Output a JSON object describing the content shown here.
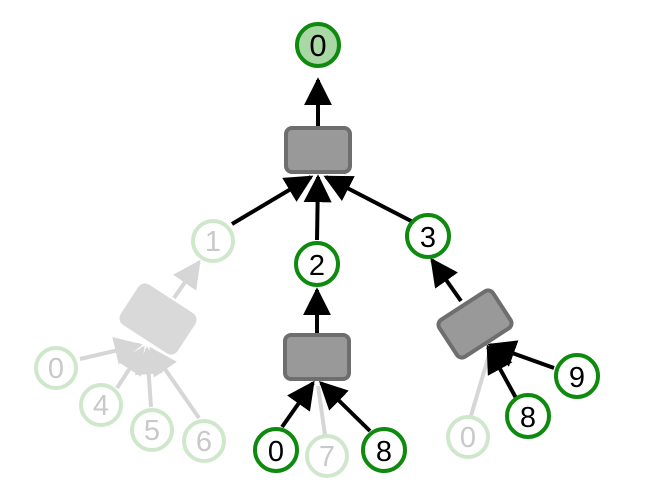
{
  "colors": {
    "green": "#0e8a0e",
    "root_fill": "#a9d8a5",
    "faded_green": "#cfe8cc",
    "faded_text": "#c9c9c9",
    "faded_edge": "#d6d6d6",
    "box_fill": "#999999",
    "box_stroke": "#6e6e6e",
    "faded_box": "#d9d9d9",
    "edge": "#000000"
  },
  "nodes": {
    "root": "0",
    "left_out": "1",
    "mid_out": "2",
    "right_out": "3",
    "left_in_0": "0",
    "left_in_4": "4",
    "left_in_5": "5",
    "left_in_6": "6",
    "mid_in_0": "0",
    "mid_in_7": "7",
    "mid_in_8": "8",
    "right_in_0": "0",
    "right_in_8": "8",
    "right_in_9": "9"
  }
}
